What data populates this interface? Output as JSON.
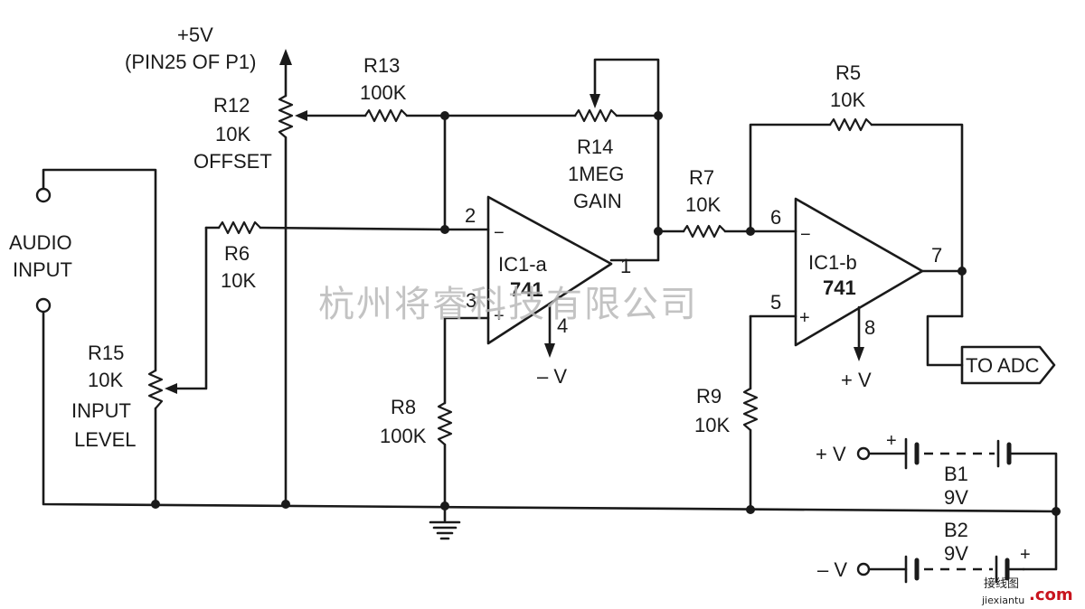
{
  "labels": {
    "supply_plus5": "+5V",
    "supply_pin": "(PIN25 OF P1)",
    "r13_name": "R13",
    "r13_value": "100K",
    "r12_name": "R12",
    "r12_value": "10K",
    "r12_desc": "OFFSET",
    "r14_name": "R14",
    "r14_value": "1MEG",
    "r14_desc": "GAIN",
    "r5_name": "R5",
    "r5_value": "10K",
    "r7_name": "R7",
    "r7_value": "10K",
    "r6_name": "R6",
    "r6_value": "10K",
    "r15_name": "R15",
    "r15_value": "10K",
    "r15_desc1": "INPUT",
    "r15_desc2": "LEVEL",
    "r8_name": "R8",
    "r8_value": "100K",
    "r9_name": "R9",
    "r9_value": "10K",
    "audio_line1": "AUDIO",
    "audio_line2": "INPUT",
    "ic1a_name": "IC1-a",
    "ic1a_part": "741",
    "ic1b_name": "IC1-b",
    "ic1b_part": "741",
    "pin2": "2",
    "pin3": "3",
    "pin1": "1",
    "pin4": "4",
    "pin6": "6",
    "pin5": "5",
    "pin7": "7",
    "pin8": "8",
    "minus_sign": "−",
    "plus_sign": "+",
    "neg_v": "– V",
    "pos_v": "+ V",
    "to_adc": "TO ADC",
    "b1_name": "B1",
    "b1_value": "9V",
    "b2_name": "B2",
    "b2_value": "9V",
    "bat_pos_v": "+ V",
    "bat_neg_v": "– V",
    "bat_plus": "+"
  },
  "watermark": "杭州将睿科技有限公司",
  "logo": {
    "cn": "接线图",
    "pinyin": "jiexiantu",
    "dotcom": ".com"
  },
  "colors": {
    "ink": "#1a1a1a",
    "watermark": "#b9b9b9",
    "logo_accent": "#c8141e"
  }
}
